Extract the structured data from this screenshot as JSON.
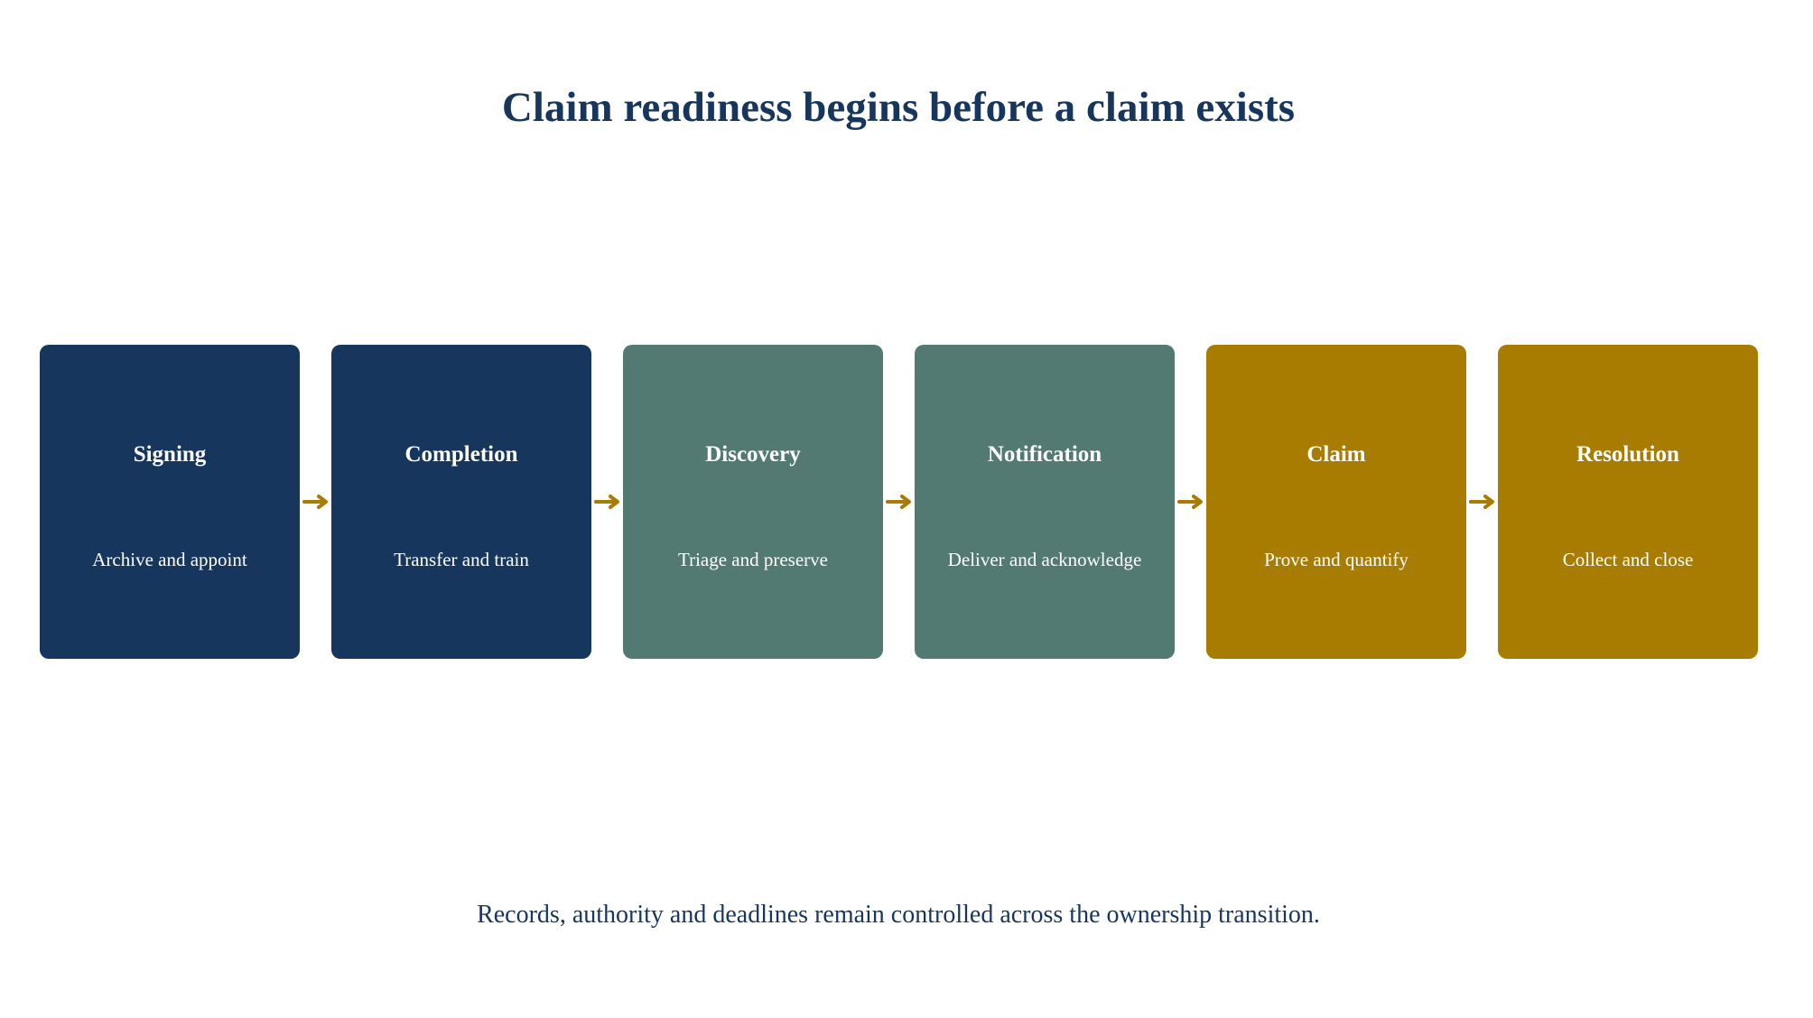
{
  "title": "Claim readiness begins before a claim exists",
  "stages": [
    {
      "title": "Signing",
      "subtitle": "Archive and appoint",
      "color": "#17365d"
    },
    {
      "title": "Completion",
      "subtitle": "Transfer and train",
      "color": "#17365d"
    },
    {
      "title": "Discovery",
      "subtitle": "Triage and preserve",
      "color": "#527a72"
    },
    {
      "title": "Notification",
      "subtitle": "Deliver and acknowledge",
      "color": "#527a72"
    },
    {
      "title": "Claim",
      "subtitle": "Prove and quantify",
      "color": "#a87c00"
    },
    {
      "title": "Resolution",
      "subtitle": "Collect and close",
      "color": "#a87c00"
    }
  ],
  "connector_color": "#a87c00",
  "footer": "Records, authority and deadlines remain controlled across the ownership transition."
}
